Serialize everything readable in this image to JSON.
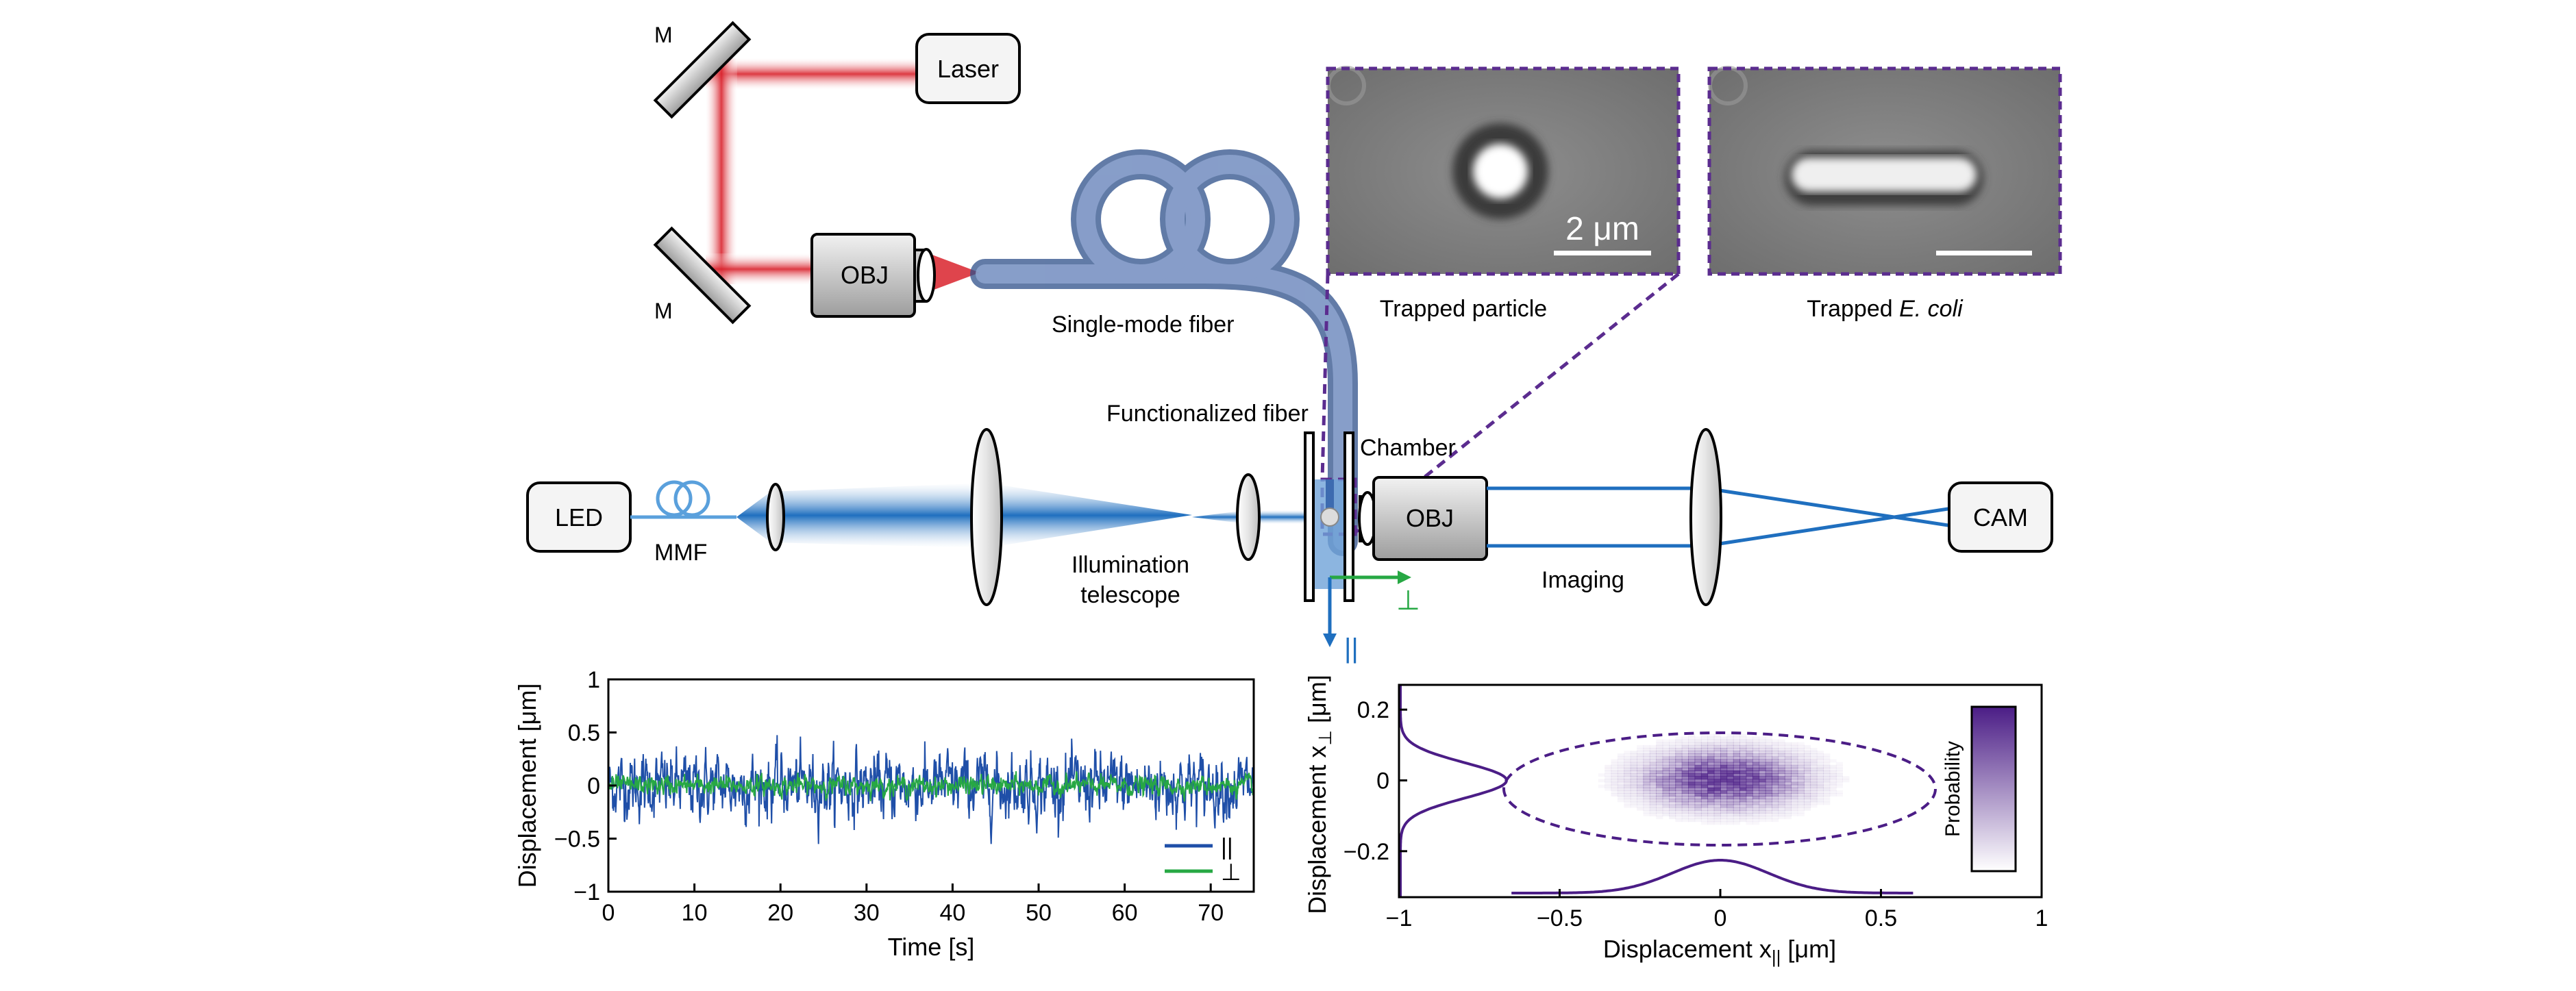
{
  "labels": {
    "laser": "Laser",
    "obj_top": "OBJ",
    "mirror_top": "M",
    "mirror_bottom": "M",
    "single_mode_fiber": "Single-mode fiber",
    "functionalized_fiber": "Functionalized fiber",
    "chamber": "Chamber",
    "led": "LED",
    "mmf": "MMF",
    "illumination_line1": "Illumination",
    "illumination_line2": "telescope",
    "obj_bottom": "OBJ",
    "imaging": "Imaging",
    "cam": "CAM",
    "trapped_particle": "Trapped particle",
    "trapped_ecoli_prefix": "Trapped ",
    "trapped_ecoli_italic": "E. coli",
    "scale_bar": "2 μm",
    "axis_parallel_symbol": "||",
    "axis_perp_symbol": "⊥"
  },
  "colors": {
    "laser_red": "#d9232d",
    "fiber_blue": "#6f86b3",
    "beam_blue": "#1f6fbf",
    "perp_green": "#27a844",
    "purple": "#5b2c8f"
  },
  "chart_data": [
    {
      "type": "line",
      "xlabel": "Time [s]",
      "ylabel": "Displacement [μm]",
      "xlim": [
        0,
        75
      ],
      "ylim": [
        -1,
        1
      ],
      "x_ticks": [
        "0",
        "10",
        "20",
        "30",
        "40",
        "50",
        "60",
        "70"
      ],
      "y_ticks": [
        "1",
        "0.5",
        "0",
        "−0.5",
        "−1"
      ],
      "series": [
        {
          "name": "||",
          "color": "#1f4fa8",
          "amplitude_um": 0.2,
          "peak_um": 0.55
        },
        {
          "name": "⊥",
          "color": "#27a844",
          "amplitude_um": 0.06,
          "peak_um": 0.15
        }
      ]
    },
    {
      "type": "heatmap",
      "xlabel_main": "Displacement x",
      "xlabel_sub": "||",
      "xlabel_unit": " [μm]",
      "ylabel_main": "Displacement x",
      "ylabel_sub": "⊥",
      "ylabel_unit": " [μm]",
      "xlim": [
        -1,
        1
      ],
      "ylim": [
        -0.33,
        0.27
      ],
      "x_ticks": [
        "−1",
        "−0.5",
        "0",
        "0.5",
        "1"
      ],
      "y_ticks": [
        "0.2",
        "0",
        "−0.2"
      ],
      "colorbar_label": "Probability",
      "sigma_parallel_um": 0.15,
      "sigma_perp_um": 0.05
    }
  ]
}
